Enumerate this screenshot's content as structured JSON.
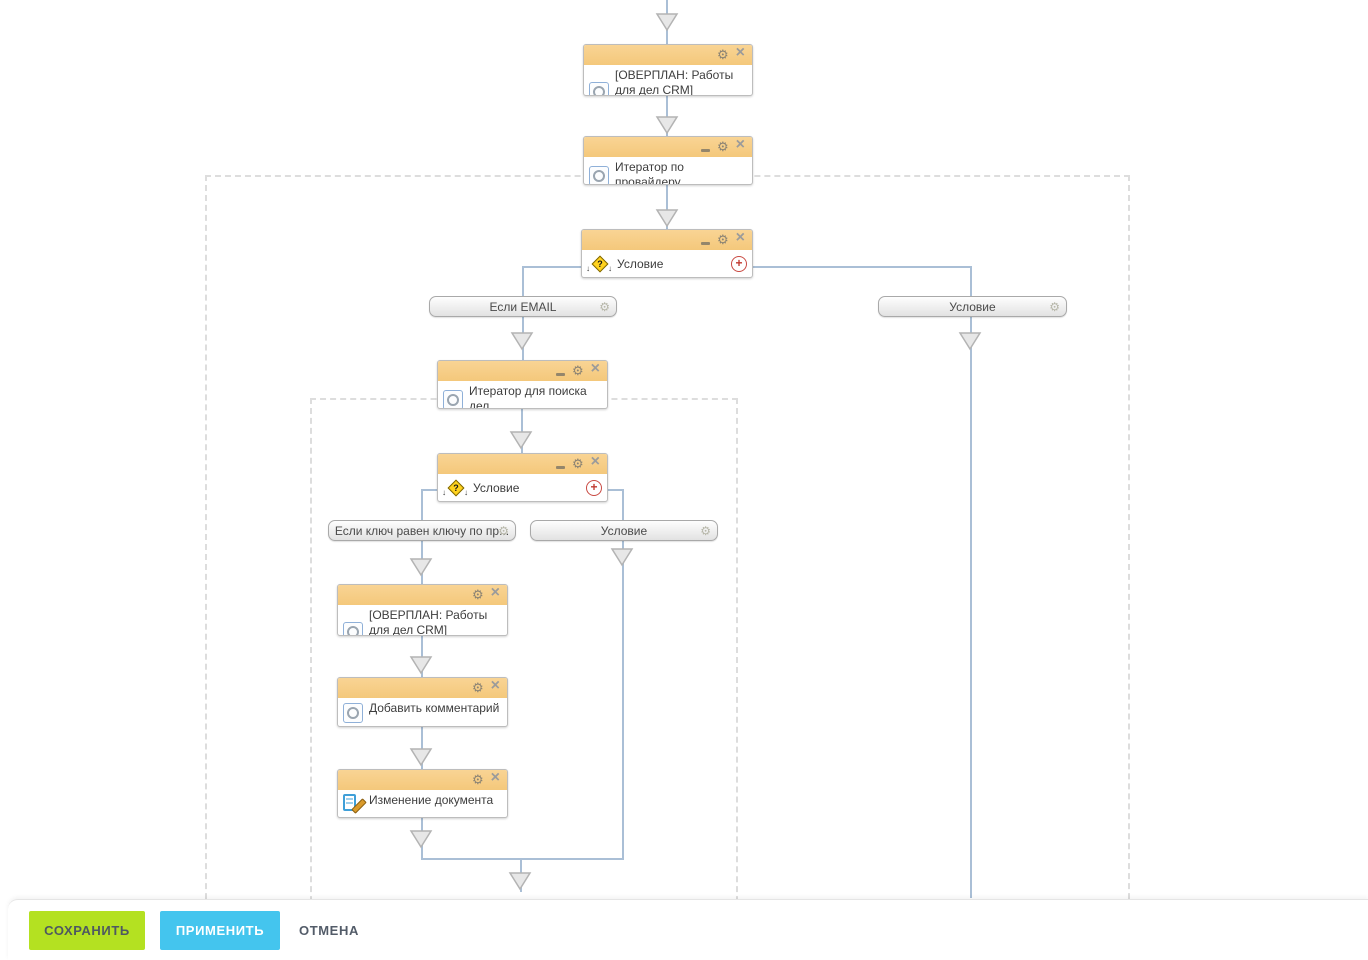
{
  "icons": {
    "gear": "⚙",
    "close": "×",
    "plus": "+",
    "question": "?",
    "arrow_down": "↓",
    "arrow_up": "↑"
  },
  "workflow": {
    "overplan_top": {
      "title": "[ОВЕРПЛАН: Работы для дел CRM] Overplan: [Робот] ID..."
    },
    "iterator_provider": {
      "title": "Итератор по провайдеру"
    },
    "condition_outer": {
      "title": "Условие"
    },
    "branch_if_email": {
      "label": "Если EMAIL"
    },
    "branch_condition_right": {
      "label": "Условие"
    },
    "iterator_search_deals": {
      "title": "Итератор для поиска дел"
    },
    "condition_inner": {
      "title": "Условие"
    },
    "branch_if_key": {
      "label": "Если ключ равен ключу по пр..."
    },
    "branch_condition_inner": {
      "label": "Условие"
    },
    "overplan_inner": {
      "title": "[ОВЕРПЛАН: Работы для дел CRM] Overplan: [Робот] …"
    },
    "add_comment": {
      "title": "Добавить комментарий"
    },
    "edit_document": {
      "title": "Изменение документа"
    }
  },
  "footer": {
    "save": "СОХРАНИТЬ",
    "apply": "ПРИМЕНИТЬ",
    "cancel": "ОТМЕНА"
  },
  "colors": {
    "node_header": "#f6cc84",
    "connector": "#aabfd6",
    "dashed_border": "#dddddd",
    "save_button": "#b4e121",
    "apply_button": "#44c5ee",
    "condition_diamond": "#ffd21e",
    "add_branch_red": "#c0392f"
  }
}
